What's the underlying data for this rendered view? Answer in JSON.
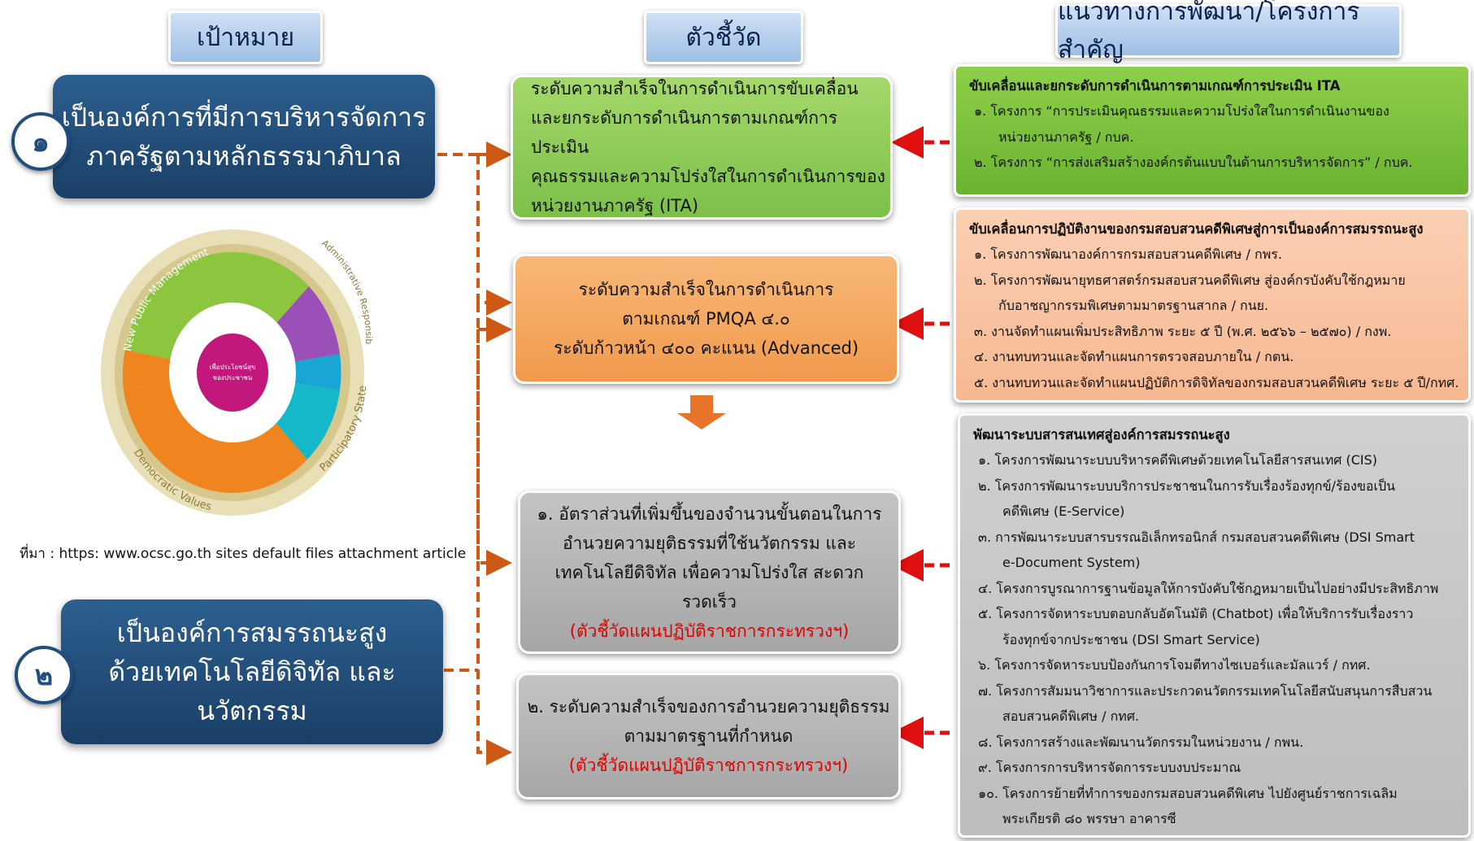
{
  "headers": {
    "goal": "เป้าหมาย",
    "indicator": "ตัวชี้วัด",
    "guideline": "แนวทางการพัฒนา/โครงการสำคัญ"
  },
  "goals": [
    {
      "number": "๑",
      "lines": [
        "เป็นองค์การที่มีการบริหารจัดการ",
        "ภาครัฐตามหลักธรรมาภิบาล"
      ]
    },
    {
      "number": "๒",
      "lines": [
        "เป็นองค์การสมรรถนะสูง",
        "ด้วยเทคโนโลยีดิจิทัล และนวัตกรรม"
      ]
    }
  ],
  "source_note": "ที่มา : https: www.ocsc.go.th sites default files attachment article",
  "wheel": {
    "outer_labels": [
      "New Public Management",
      "Administrative Responsibility",
      "Participatory State",
      "Democratic Values"
    ],
    "center_text": [
      "เพื่อประโยชน์สุข",
      "ของประชาชน"
    ]
  },
  "indicators": [
    {
      "lines": [
        "ระดับความสำเร็จในการดำเนินการขับเคลื่อน",
        "และยกระดับการดำเนินการตามเกณฑ์การประเมิน",
        "คุณธรรมและความโปร่งใสในการดำเนินการของ",
        "หน่วยงานภาครัฐ (ITA)"
      ]
    },
    {
      "lines": [
        "ระดับความสำเร็จในการดำเนินการ",
        "ตามเกณฑ์ PMQA ๔.๐",
        "ระดับก้าวหน้า ๔๐๐ คะแนน (Advanced)"
      ]
    },
    {
      "lines": [
        "๑. อัตราส่วนที่เพิ่มขึ้นของจำนวนขั้นตอนในการ",
        "อำนวยความยุติธรรมที่ใช้นวัตกรรม และ",
        "เทคโนโลยีดิจิทัล เพื่อความโปร่งใส สะดวก",
        "รวดเร็ว"
      ],
      "note": "(ตัวชี้วัดแผนปฏิบัติราชการกระทรวงฯ)"
    },
    {
      "lines": [
        "๒. ระดับความสำเร็จของการอำนวยความยุติธรรม",
        "ตามมาตรฐานที่กำหนด"
      ],
      "note": "(ตัวชี้วัดแผนปฏิบัติราชการกระทรวงฯ)"
    }
  ],
  "projects": [
    {
      "title": "ขับเคลื่อนและยกระดับการดำเนินการตามเกณฑ์การประเมิน ITA",
      "items": [
        {
          "text": "๑. โครงการ “การประเมินคุณธรรมและความโปร่งใสในการดำเนินงานของ",
          "cont": "หน่วยงานภาครัฐ / กบค."
        },
        {
          "text": "๒. โครงการ “การส่งเสริมสร้างองค์กรต้นแบบในด้านการบริหารจัดการ” / กบค."
        }
      ]
    },
    {
      "title": "ขับเคลื่อนการปฏิบัติงานของกรมสอบสวนคดีพิเศษสู่การเป็นองค์การสมรรถนะสูง",
      "items": [
        {
          "text": "๑. โครงการพัฒนาองค์การกรมสอบสวนคดีพิเศษ / กพร."
        },
        {
          "text": "๒. โครงการพัฒนายุทธศาสตร์กรมสอบสวนคดีพิเศษ สู่องค์กรบังคับใช้กฎหมาย",
          "cont": "กับอาชญากรรมพิเศษตามมาตรฐานสากล / กนย."
        },
        {
          "text": "๓. งานจัดทำแผนเพิ่มประสิทธิภาพ ระยะ ๕ ปี (พ.ศ. ๒๕๖๖ – ๒๕๗๐) / กงพ."
        },
        {
          "text": "๔. งานทบทวนและจัดทำแผนการตรวจสอบภายใน / กตน."
        },
        {
          "text": "๕. งานทบทวนและจัดทำแผนปฏิบัติการดิจิทัลของกรมสอบสวนคดีพิเศษ ระยะ ๕ ปี/กทศ."
        }
      ]
    },
    {
      "title": "พัฒนาระบบสารสนเทศสู่องค์การสมรรถนะสูง",
      "items": [
        {
          "text": "๑. โครงการพัฒนาระบบบริหารคดีพิเศษด้วยเทคโนโลยีสารสนเทศ (CIS)"
        },
        {
          "text": "๒. โครงการพัฒนาระบบบริการประชาชนในการรับเรื่องร้องทุกข์/ร้องขอเป็น",
          "cont": "คดีพิเศษ (E-Service)"
        },
        {
          "text": "๓. การพัฒนาระบบสารบรรณอิเล็กทรอนิกส์ กรมสอบสวนคดีพิเศษ (DSI Smart",
          "cont": "e-Document System)"
        },
        {
          "text": "๔. โครงการบูรณาการฐานข้อมูลให้การบังคับใช้กฎหมายเป็นไปอย่างมีประสิทธิภาพ"
        },
        {
          "text": "๕. โครงการจัดหาระบบตอบกลับอัตโนมัติ (Chatbot) เพื่อให้บริการรับเรื่องราว",
          "cont": "ร้องทุกข์จากประชาชน (DSI Smart Service)"
        },
        {
          "text": "๖. โครงการจัดหาระบบป้องกันการโจมตีทางไซเบอร์และมัลแวร์ / กทศ."
        },
        {
          "text": "๗. โครงการสัมมนาวิชาการและประกวดนวัตกรรมเทคโนโลยีสนับสนุนการสืบสวน",
          "cont": "สอบสวนคดีพิเศษ / กทศ."
        },
        {
          "text": "๘. โครงการสร้างและพัฒนานวัตกรรมในหน่วยงาน / กพน."
        },
        {
          "text": "๙. โครงการการบริหารจัดการระบบงบประมาณ"
        },
        {
          "text": "๑๐. โครงการย้ายที่ทำการของกรมสอบสวนคดีพิเศษ ไปยังศูนย์ราชการเฉลิม",
          "cont": "พระเกียรติ ๘๐ พรรษา อาคารซี"
        }
      ]
    }
  ]
}
